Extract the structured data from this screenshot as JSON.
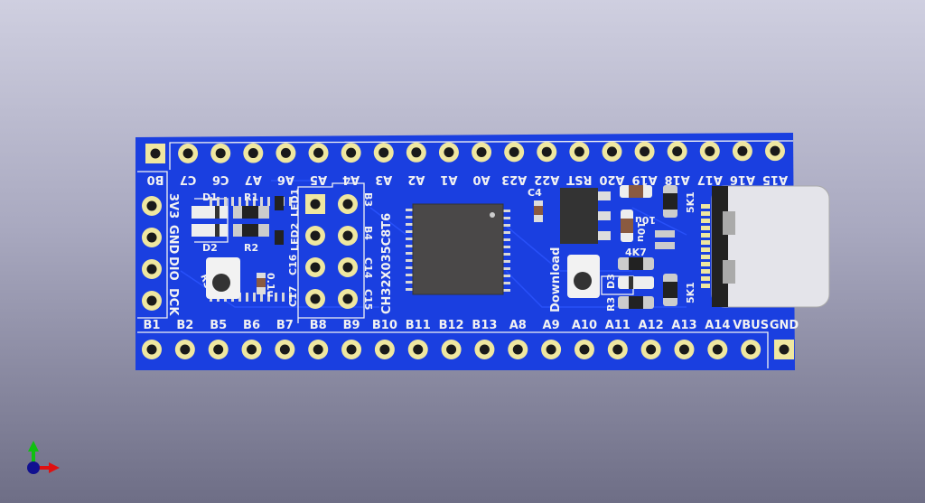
{
  "board": {
    "top_pins": [
      "B0",
      "C7",
      "C6",
      "A7",
      "A6",
      "A5",
      "A4",
      "A3",
      "A2",
      "A1",
      "A0",
      "A23",
      "A22",
      "RST",
      "A20",
      "A19",
      "A18",
      "A17",
      "A16",
      "A15"
    ],
    "bottom_pins": [
      "B1",
      "B2",
      "B5",
      "B6",
      "B7",
      "B8",
      "B9",
      "B10",
      "B11",
      "B12",
      "B13",
      "A8",
      "A9",
      "A10",
      "A11",
      "A12",
      "A13",
      "A14",
      "VBUS",
      "GND"
    ],
    "left_pins": [
      "3V3",
      "GND",
      "DIO",
      "DCK"
    ],
    "header_labels": {
      "b3": "B3",
      "b4": "B4",
      "c14": "C14",
      "c15": "C15",
      "c16": "C16",
      "c17": "C17"
    },
    "components": {
      "d1": "D1",
      "d2": "D2",
      "r1": "R1",
      "r2": "R2",
      "led1": "LED1",
      "led2": "LED2",
      "rst": "RST",
      "cap_01u": "0.1u",
      "chip": "CH32X035C8T6",
      "c4": "C4",
      "cap_10u_a": "10u",
      "cap_10u_b": "10u",
      "r_4k7": "4K7",
      "r_5k1_a": "5K1",
      "r_5k1_b": "5K1",
      "r3": "R3",
      "d3": "D3",
      "download": "Download"
    },
    "colors": {
      "pcb": "#1a3fe0",
      "pad": "#efe7a0",
      "silk": "#f2f2f2",
      "chip": "#4a4848",
      "usb": "#e4e4ea"
    }
  },
  "axes_gizmo": {
    "x_color": "#e01010",
    "y_color": "#10c010",
    "z_color": "#101090"
  }
}
